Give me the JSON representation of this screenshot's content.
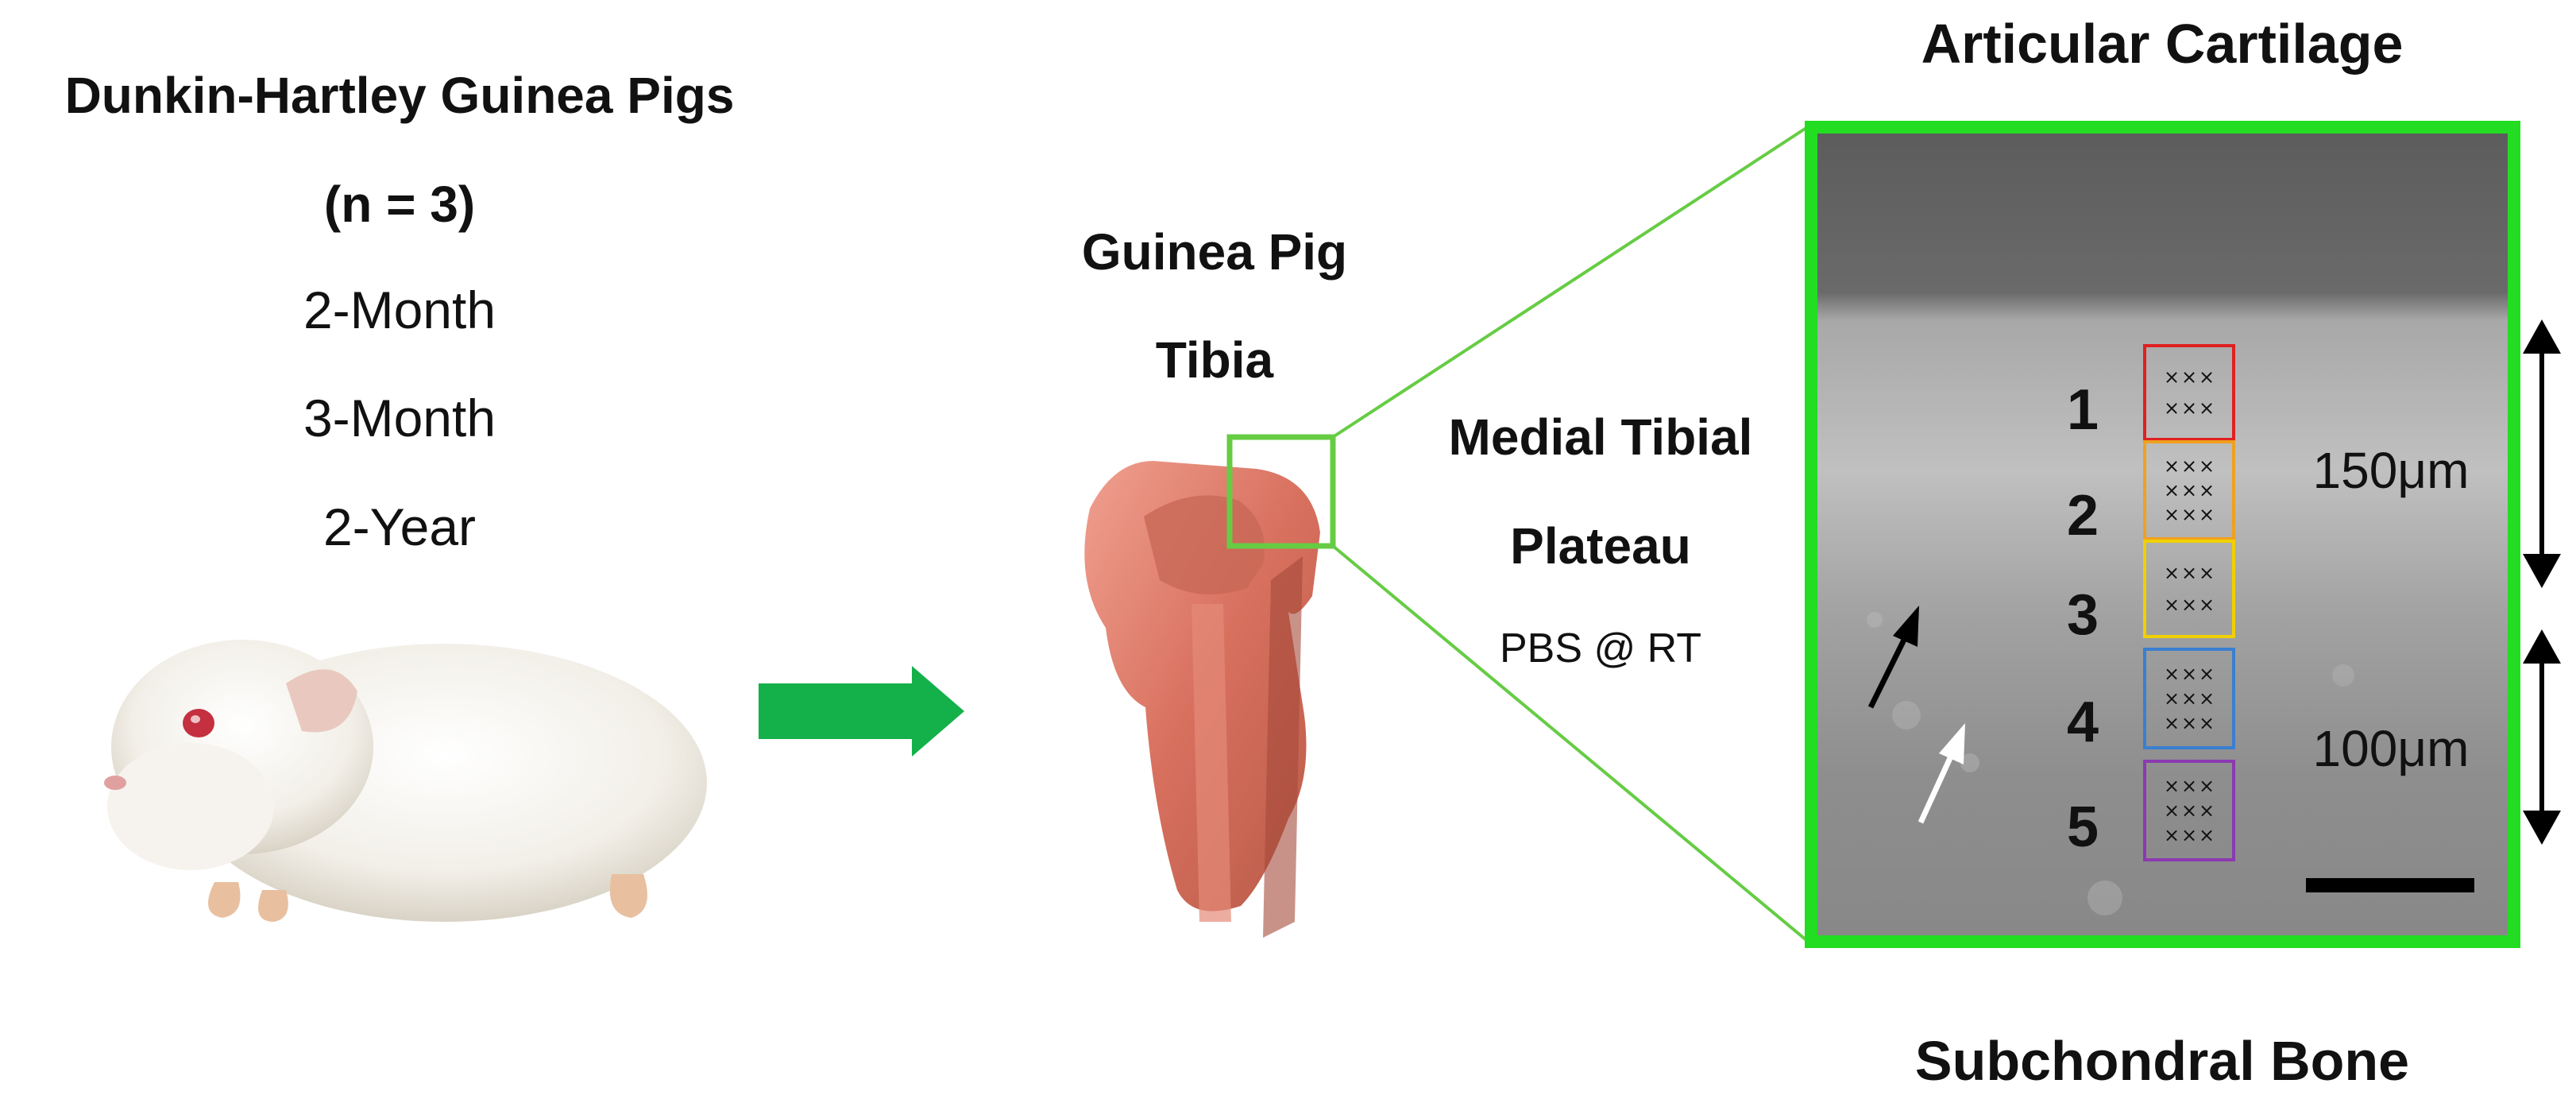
{
  "left": {
    "title": "Dunkin-Hartley Guinea Pigs",
    "n": "(n = 3)",
    "ages": [
      "2-Month",
      "3-Month",
      "2-Year"
    ]
  },
  "middle": {
    "title_line1": "Guinea Pig",
    "title_line2": "Tibia"
  },
  "region": {
    "line1": "Medial Tibial",
    "line2": "Plateau",
    "condition": "PBS @ RT"
  },
  "micrograph": {
    "top_label": "Articular Cartilage",
    "bottom_label": "Subchondral Bone",
    "zones": [
      "1",
      "2",
      "3",
      "4",
      "5"
    ],
    "dim_upper": "150μm",
    "dim_lower": "100μm"
  },
  "colors": {
    "green_frame": "#22dd22",
    "green_arrow": "#14b04a",
    "zone_colors": [
      "#e02020",
      "#f0a020",
      "#f0d000",
      "#3a7fd0",
      "#8a3ab0"
    ]
  }
}
